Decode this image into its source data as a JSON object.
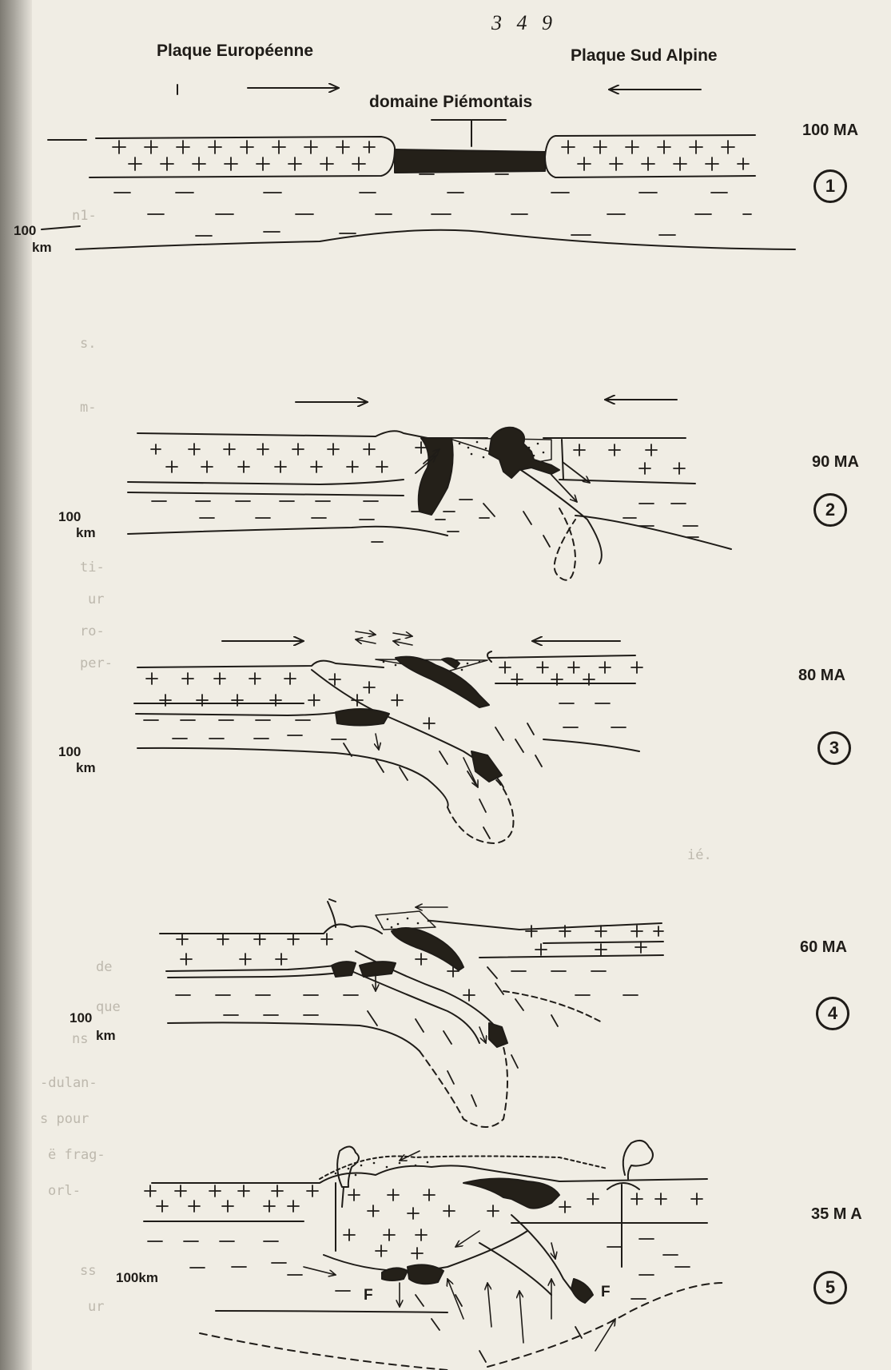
{
  "page_number": "3 4 9",
  "labels": {
    "european_plate": "Plaque Européenne",
    "south_alpine_plate": "Plaque Sud Alpine",
    "piedmont_domain": "domaine Piémontais"
  },
  "stages": [
    {
      "number": "1",
      "age": "100 MA",
      "depth_value": "100",
      "depth_unit": "km"
    },
    {
      "number": "2",
      "age": "90 MA",
      "depth_value": "100",
      "depth_unit": "km"
    },
    {
      "number": "3",
      "age": "80 MA",
      "depth_value": "100",
      "depth_unit": "km"
    },
    {
      "number": "4",
      "age": "60 MA",
      "depth_value": "100",
      "depth_unit": "km"
    },
    {
      "number": "5",
      "age": "35 M A",
      "depth_label": "100km"
    }
  ],
  "fault_labels": [
    "F",
    "F"
  ],
  "colors": {
    "ink": "#1f1c18",
    "paper": "#f0ede4"
  }
}
